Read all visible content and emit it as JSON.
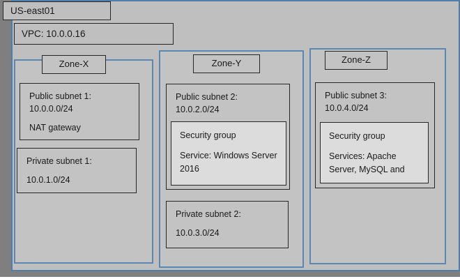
{
  "region": {
    "label": "US-east01"
  },
  "vpc": {
    "label": "VPC: 10.0.0.16"
  },
  "zones": [
    {
      "tab_label": "Zone-X",
      "subnets": [
        {
          "title": "Public subnet 1:",
          "cidr": "10.0.0.0/24",
          "extra": "NAT gateway"
        },
        {
          "title": "Private subnet 1:",
          "cidr": "10.0.1.0/24"
        }
      ]
    },
    {
      "tab_label": "Zone-Y",
      "subnets": [
        {
          "title": "Public subnet 2:",
          "cidr": "10.0.2.0/24",
          "security_group": {
            "title": "Security group",
            "services_line1": "Service: Windows Server",
            "services_line2": "2016"
          }
        },
        {
          "title": "Private subnet 2:",
          "cidr": "10.0.3.0/24"
        }
      ]
    },
    {
      "tab_label": "Zone-Z",
      "subnets": [
        {
          "title": "Public subnet 3:",
          "cidr": "10.0.4.0/24",
          "security_group": {
            "title": "Security group",
            "services_line1": "Services: Apache",
            "services_line2": "Server, MySQL and"
          }
        }
      ]
    }
  ],
  "colors": {
    "region_fill": "#7f7f7f",
    "vpc_fill": "#bfbfbf",
    "vpc_border": "#4d7fab",
    "zone_fill": "#c3c3c3",
    "zone_border": "#5b87b4",
    "box_border": "#262626",
    "security_group_fill": "#dcdcdc",
    "text": "#1a1a1a"
  }
}
